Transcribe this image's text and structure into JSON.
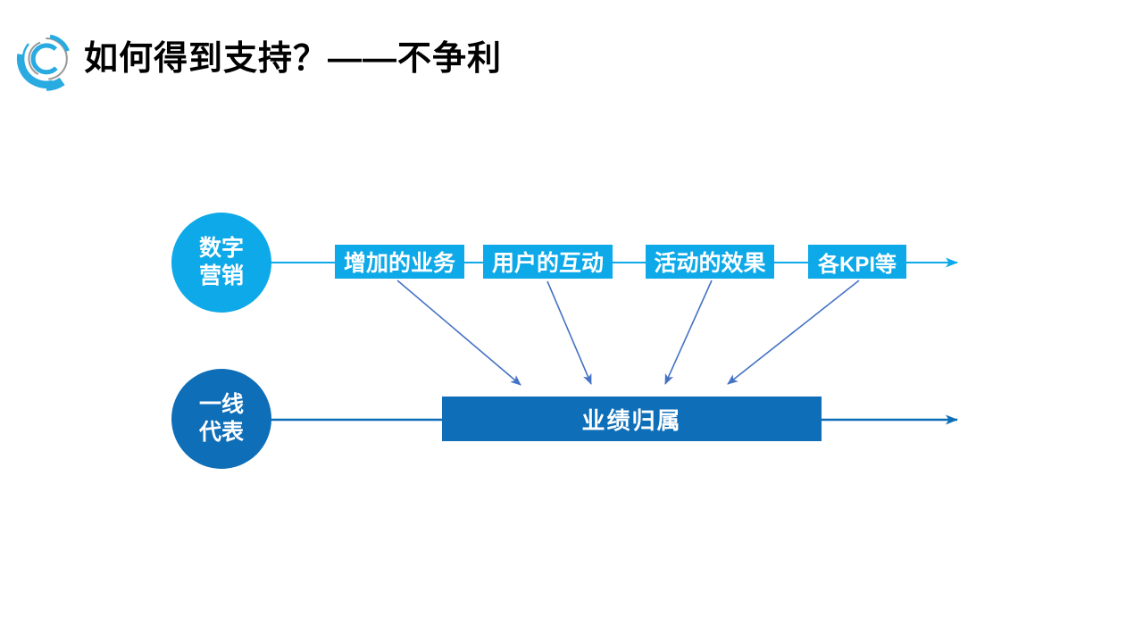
{
  "title": {
    "text": "如何得到支持？——不争利"
  },
  "colors": {
    "light_blue": "#0DA9E8",
    "dark_blue": "#0E6EB8",
    "connector": "#4472C4",
    "title_color": "#000000"
  },
  "diagram": {
    "top_flow": {
      "source": {
        "line1": "数字",
        "line2": "营销"
      },
      "metrics": [
        {
          "label": "增加的业务"
        },
        {
          "label": "用户的互动"
        },
        {
          "label": "活动的效果"
        },
        {
          "label": "各KPI等"
        }
      ]
    },
    "bottom_flow": {
      "source": {
        "line1": "一线",
        "line2": "代表"
      },
      "target": {
        "label": "业绩归属"
      }
    }
  }
}
